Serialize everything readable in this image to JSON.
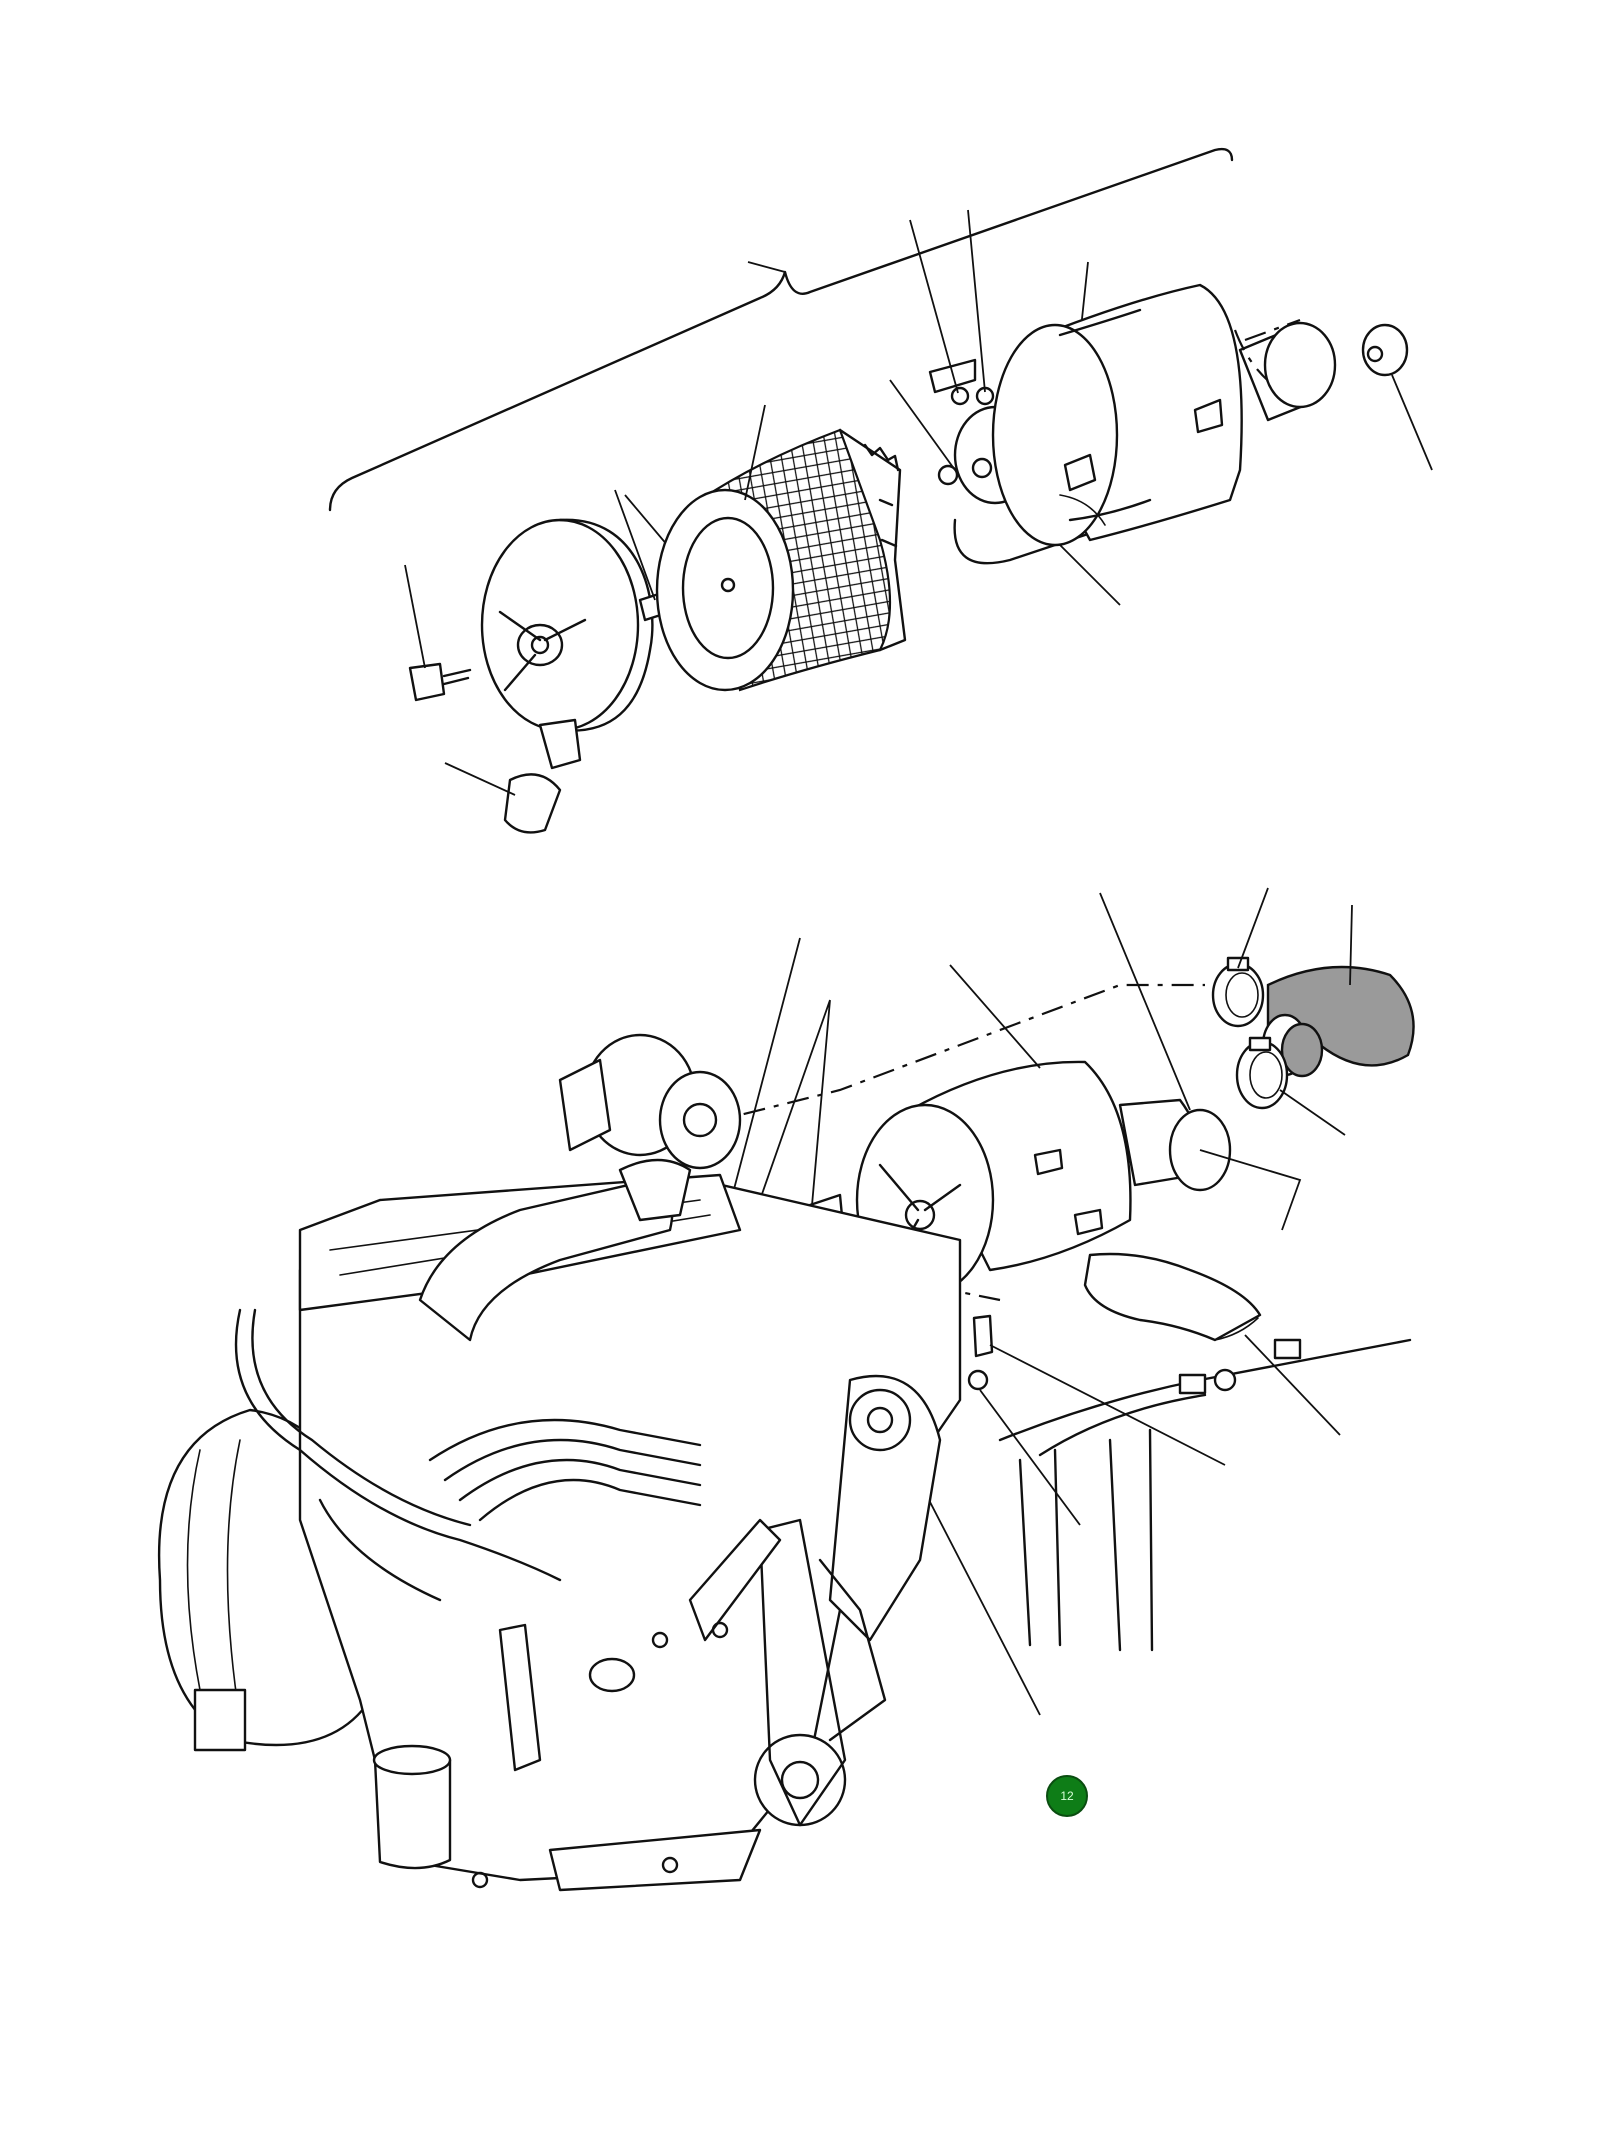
{
  "page_number": "12",
  "colors": {
    "badge_fill": "#0e7d17",
    "badge_border": "#0a4d10",
    "line_art": "#111111"
  },
  "figure": {
    "upper_view": "air-cleaner-exploded-view",
    "lower_view": "engine-air-intake-installation"
  }
}
